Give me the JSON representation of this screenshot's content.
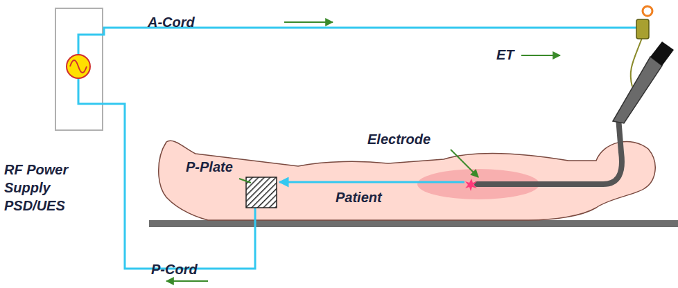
{
  "diagram": {
    "labels": [
      "A-Cord",
      "ET",
      "RF Power Supply PSD/UES",
      "P-Plate",
      "Electrode",
      "Patient",
      "P-Cord"
    ]
  }
}
